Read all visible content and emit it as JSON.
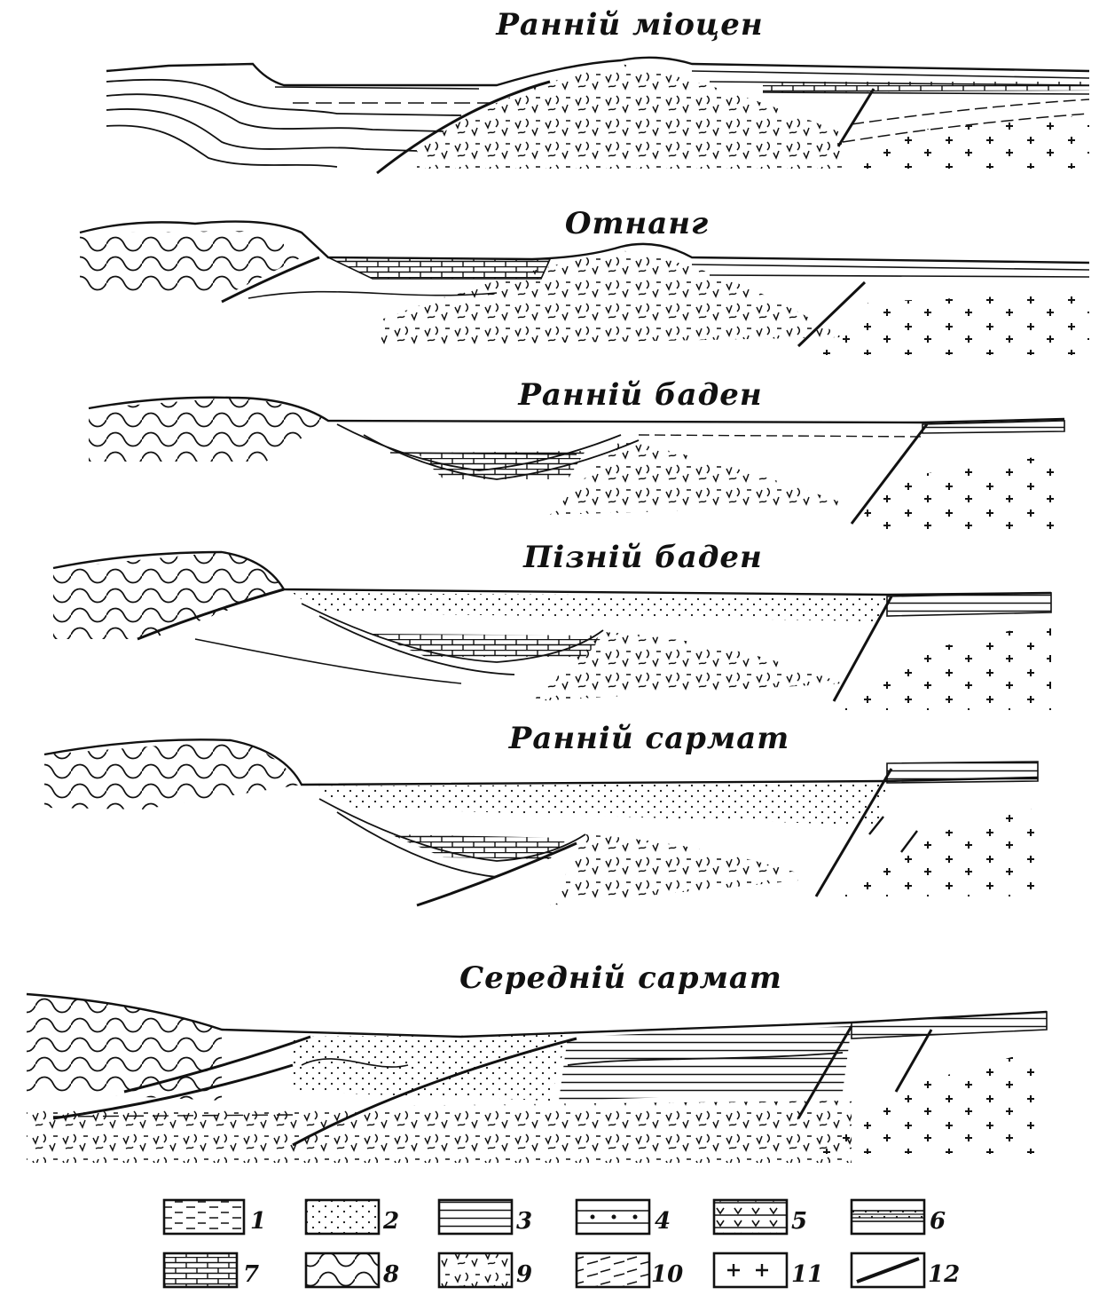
{
  "panels": [
    {
      "title": "Ранній міоцен"
    },
    {
      "title": "Отнанг"
    },
    {
      "title": "Ранній баден"
    },
    {
      "title": "Пізній баден"
    },
    {
      "title": "Ранній сармат"
    },
    {
      "title": "Середній сармат"
    }
  ],
  "legend": [
    {
      "num": "1",
      "pattern": "dashes"
    },
    {
      "num": "2",
      "pattern": "dots"
    },
    {
      "num": "3",
      "pattern": "horizontal-lines"
    },
    {
      "num": "4",
      "pattern": "dots-in-bands"
    },
    {
      "num": "5",
      "pattern": "v-marks"
    },
    {
      "num": "6",
      "pattern": "dense-bands"
    },
    {
      "num": "7",
      "pattern": "brick"
    },
    {
      "num": "8",
      "pattern": "folds"
    },
    {
      "num": "9",
      "pattern": "crumpled"
    },
    {
      "num": "10",
      "pattern": "oblique-dashes"
    },
    {
      "num": "11",
      "pattern": "crosses"
    },
    {
      "num": "12",
      "pattern": "fault-line"
    }
  ]
}
